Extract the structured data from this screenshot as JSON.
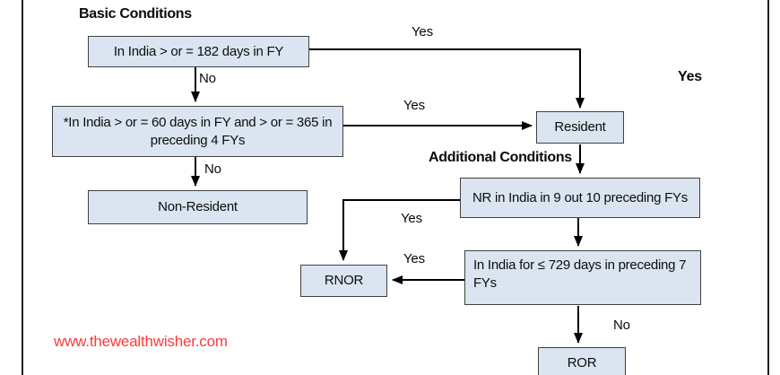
{
  "diagram": {
    "headings": {
      "basic": "Basic Conditions",
      "additional": "Additional Conditions"
    },
    "nodes": {
      "days182": "In India > or = 182 days in FY",
      "days60and365": "*In India > or = 60 days in FY and > or = 365 in preceding 4 FYs",
      "non_resident": "Non-Resident",
      "resident": "Resident",
      "nr_9_of_10": "NR in India in 9 out 10 preceding FYs",
      "days729": "In India for ≤ 729 days in preceding 7 FYs",
      "rnor": "RNOR",
      "ror": "ROR"
    },
    "edge_labels": {
      "yes": "Yes",
      "no": "No"
    },
    "colors": {
      "node_fill": "#dbe5f1",
      "node_border": "#404040",
      "connector": "#000000",
      "watermark_red": "#fb3b3b"
    }
  },
  "watermark": "www.thewealthwisher.com"
}
